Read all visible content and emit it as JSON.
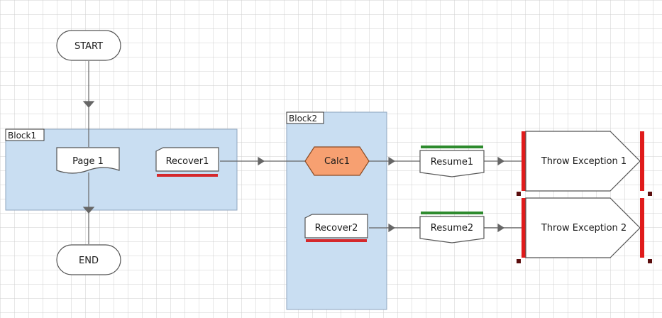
{
  "colors": {
    "grid": "#cfcfcf",
    "block_fill": "#c9def2",
    "block_stroke": "#8fa6bf",
    "node_stroke": "#555555",
    "calc_fill": "#f7a071",
    "calc_stroke": "#8a4a23",
    "recover_bar": "#d5282c",
    "resume_bar": "#2e8b2e",
    "throw_bar": "#e01b1b",
    "handle": "#5a0d0d",
    "connector": "#666666"
  },
  "blocks": {
    "block1": "Block1",
    "block2": "Block2"
  },
  "nodes": {
    "start": "START",
    "end": "END",
    "page1": "Page 1",
    "recover1": "Recover1",
    "calc1": "Calc1",
    "recover2": "Recover2",
    "resume1": "Resume1",
    "resume2": "Resume2",
    "throw1": "Throw Exception 1",
    "throw2": "Throw Exception 2"
  }
}
